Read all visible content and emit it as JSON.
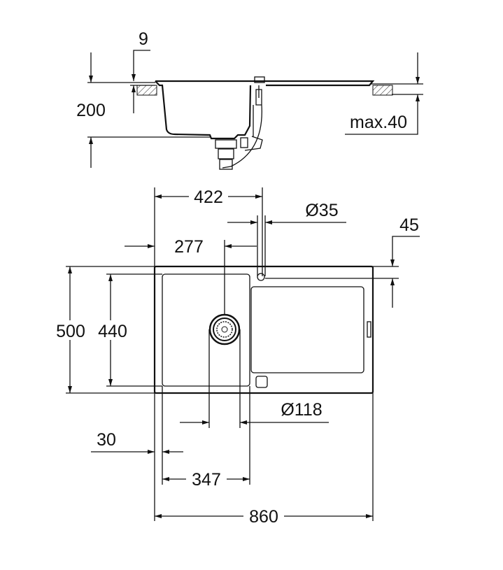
{
  "side_view": {
    "thickness_label": "9",
    "depth_label": "200",
    "countertop_label": "max.40"
  },
  "top_view": {
    "tap_to_left_label": "422",
    "tap_hole_label": "Ø35",
    "rear_offset_label": "45",
    "drain_to_left_label": "277",
    "outer_depth_label": "500",
    "bowl_depth_label": "440",
    "drain_diameter_label": "Ø118",
    "rim_label": "30",
    "bowl_width_label": "347",
    "overall_width_label": "860"
  },
  "colors": {
    "line": "#111111",
    "background": "#ffffff"
  }
}
